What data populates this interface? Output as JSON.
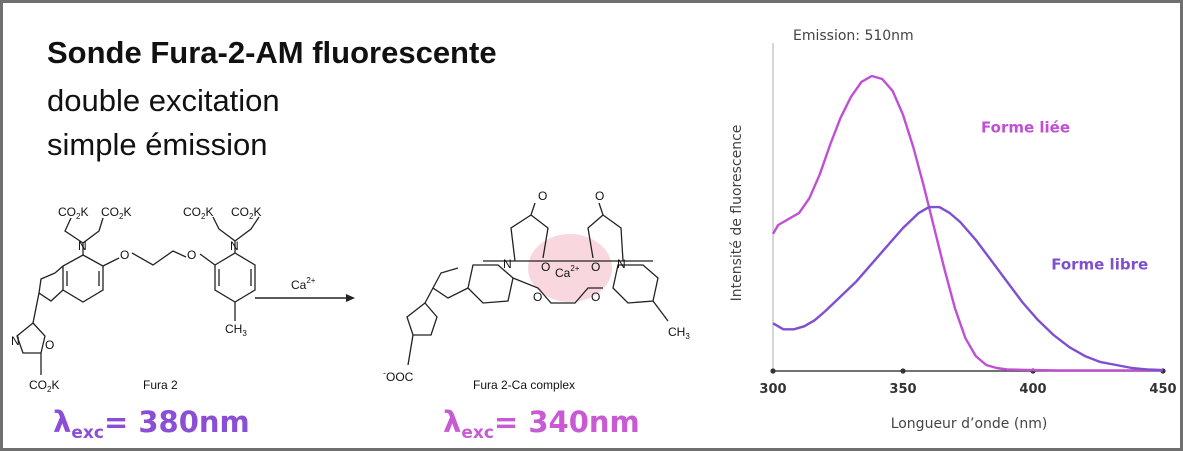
{
  "slide": {
    "title": "Sonde Fura-2-AM fluorescente",
    "subtitle_lines": [
      "double excitation",
      "simple émission"
    ]
  },
  "molecules": {
    "free_name": "Fura 2",
    "complex_name": "Fura 2-Ca complex",
    "reagent": "Ca",
    "reagent_charge": "2+",
    "carboxylate_label": "CO",
    "subscript_2": "2",
    "potassium": "K",
    "nitrogen": "N",
    "oxygen": "O",
    "methyl": "CH",
    "methyl_subscript": "3",
    "free_carboxylate": "OOC",
    "minus_sign": "-",
    "colors": {
      "ca_glow": "#f7c6d2",
      "bond": "#222222"
    }
  },
  "excitation": {
    "symbol": "λ",
    "subscript": "exc",
    "free_text": "= 380nm",
    "bound_text": "= 340nm",
    "free_color": "#8b4fd6",
    "bound_color": "#c85ad3"
  },
  "chart_data": {
    "type": "line",
    "title": "Emission: 510nm",
    "xlabel": "Longueur d’onde (nm)",
    "ylabel": "Intensité de fluorescence",
    "xlim": [
      300,
      450
    ],
    "ylim": [
      0,
      1
    ],
    "xticks": [
      300,
      350,
      400,
      450
    ],
    "grid": false,
    "legend": "inline labels",
    "series": [
      {
        "name": "Forme liée",
        "color": "#c04fd4",
        "label_x": 380,
        "label_y": 0.8,
        "x": [
          300,
          302,
          304,
          306,
          308,
          310,
          314,
          318,
          322,
          326,
          330,
          334,
          338,
          342,
          346,
          350,
          354,
          358,
          362,
          366,
          370,
          374,
          378,
          382,
          386,
          390,
          400,
          410,
          420,
          430,
          440,
          450
        ],
        "y": [
          0.46,
          0.49,
          0.5,
          0.51,
          0.52,
          0.53,
          0.58,
          0.66,
          0.76,
          0.85,
          0.92,
          0.97,
          0.99,
          0.98,
          0.94,
          0.86,
          0.75,
          0.62,
          0.48,
          0.34,
          0.21,
          0.11,
          0.05,
          0.02,
          0.01,
          0.005,
          0.003,
          0.002,
          0.002,
          0.002,
          0.002,
          0.002
        ]
      },
      {
        "name": "Forme libre",
        "color": "#7f4fd0",
        "label_x": 407,
        "label_y": 0.34,
        "x": [
          300,
          304,
          308,
          312,
          316,
          320,
          326,
          332,
          338,
          344,
          350,
          356,
          360,
          364,
          368,
          372,
          378,
          384,
          390,
          396,
          402,
          408,
          414,
          420,
          426,
          432,
          438,
          444,
          450
        ],
        "y": [
          0.16,
          0.14,
          0.14,
          0.15,
          0.17,
          0.2,
          0.25,
          0.3,
          0.36,
          0.42,
          0.48,
          0.53,
          0.55,
          0.55,
          0.53,
          0.5,
          0.44,
          0.37,
          0.3,
          0.23,
          0.17,
          0.12,
          0.08,
          0.05,
          0.03,
          0.02,
          0.01,
          0.005,
          0.003
        ]
      }
    ]
  }
}
